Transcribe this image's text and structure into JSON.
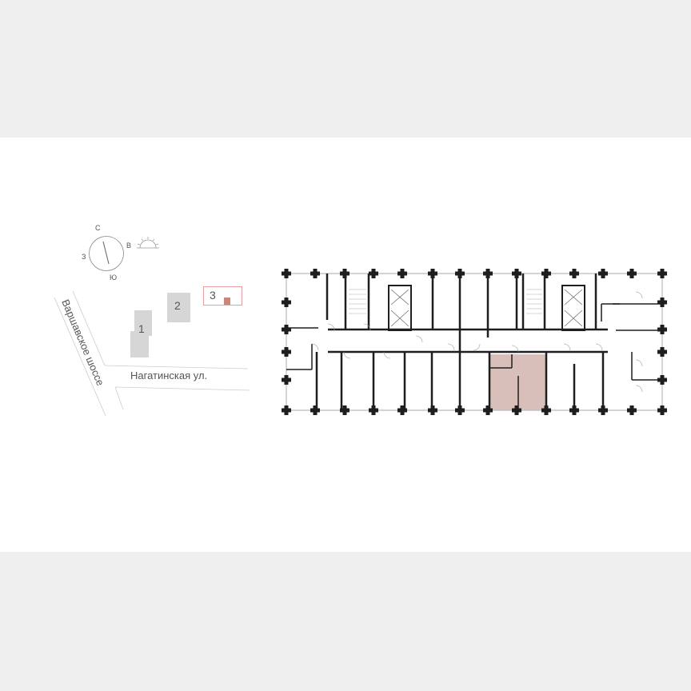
{
  "compass": {
    "north": "С",
    "south": "Ю",
    "west": "З",
    "east": "В",
    "icon": "sunrise-icon"
  },
  "site_plan": {
    "buildings": [
      {
        "number": "1",
        "selected": false
      },
      {
        "number": "2",
        "selected": false
      },
      {
        "number": "3",
        "selected": true
      }
    ],
    "roads": {
      "highway": "Варшавское шоссе",
      "street": "Нагатинская ул."
    }
  },
  "floor_plan": {
    "highlighted_apartment_color": "#d9bfb9",
    "wall_color": "#1e1e1e",
    "selected_building_marker_color": "#c9867a",
    "selected_building_border_color": "#d9767a"
  },
  "colors": {
    "background": "#efefef",
    "panel": "#ffffff"
  }
}
